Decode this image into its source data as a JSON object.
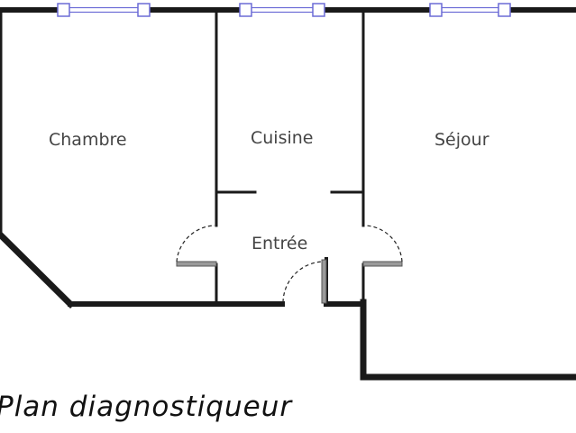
{
  "rooms": {
    "chambre": "Chambre",
    "cuisine": "Cuisine",
    "sejour": "Séjour",
    "entree": "Entrée"
  },
  "caption": "Plan  diagnostiqueur",
  "colors": {
    "wall": "#1a1a1a",
    "wall_fill": "#6b6b6b",
    "window": "#6b6bd6",
    "door_arc": "#222222",
    "label": "#444444"
  }
}
